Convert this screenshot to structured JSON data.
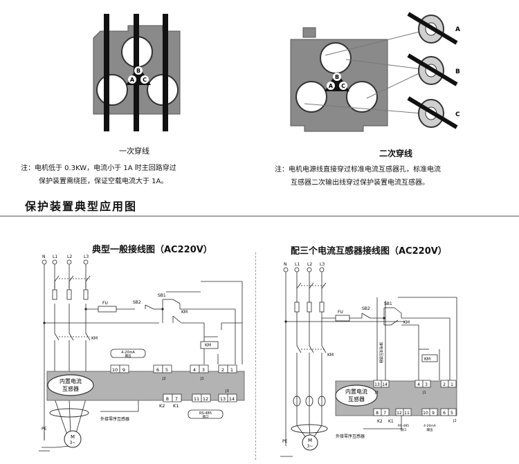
{
  "top_left": {
    "phase_labels": {
      "a": "A",
      "b": "B",
      "c": "C"
    },
    "caption": "一次穿线",
    "note_line1": "注：电机低于 0.3KW，电流小于 1A 时主回路穿过",
    "note_line2": "保护装置需绕匝，保证空载电流大于 1A。"
  },
  "top_right": {
    "phase_labels": {
      "a": "A",
      "b": "B",
      "c": "C"
    },
    "ct_labels": [
      "A",
      "B",
      "C"
    ],
    "caption": "二次穿线",
    "note_line1": "注：电机电源线直接穿过标准电流互感器孔，标准电流",
    "note_line2": "互感器二次输出线穿过保护装置电流互感器。"
  },
  "section_title": "保护装置典型应用图",
  "diagram_left": {
    "title": "典型一般接线图（AC220V）",
    "lines": [
      "N",
      "L1",
      "L2",
      "L3"
    ],
    "fuse": "FU",
    "stop_button": "SB2",
    "start_button": "SB1",
    "km_labels": [
      "KM",
      "KM",
      "KM"
    ],
    "analog_label": "4-20mA",
    "analog_sub": "输出",
    "top_terminals": [
      "10",
      "9",
      "6",
      "5",
      "4",
      "3",
      "2",
      "1"
    ],
    "relay_labels": [
      "J2",
      "J1",
      "J3"
    ],
    "ct_line1": "内置电流",
    "ct_line2": "互感器",
    "bottom_terminals": [
      "8",
      "7",
      "11",
      "12",
      "13",
      "14"
    ],
    "k_labels": [
      "K2",
      "K1"
    ],
    "rs485": "RS-485",
    "rs485_sub": "接口",
    "ground": "PE",
    "motor": "M",
    "motor_sub": "3~",
    "zct_label": "外接零序互感器"
  },
  "diagram_right": {
    "title": "配三个电流互感器接线图（AC220V）",
    "lines": [
      "N",
      "L1",
      "L2",
      "L3"
    ],
    "fuse": "FU",
    "stop_button": "SB2",
    "start_button": "SB1",
    "km_labels": [
      "KM",
      "KM",
      "KM"
    ],
    "vertical_label": "接电流互感器",
    "top_terminals": [
      "13",
      "14",
      "4",
      "3",
      "2",
      "1"
    ],
    "relay_labels": [
      "J3",
      "J1",
      "J2"
    ],
    "ct_line1": "内置电流",
    "ct_line2": "互感器",
    "bottom_terminals": [
      "8",
      "7",
      "12",
      "11",
      "10",
      "9",
      "6",
      "5"
    ],
    "k_labels": [
      "K2",
      "K1"
    ],
    "rs485": "RS-485",
    "rs485_sub": "接口",
    "analog_label": "4-20mA",
    "analog_sub": "输出",
    "ground": "PE",
    "motor": "M",
    "motor_sub": "3~",
    "zct_label": "外接零序互感器"
  }
}
